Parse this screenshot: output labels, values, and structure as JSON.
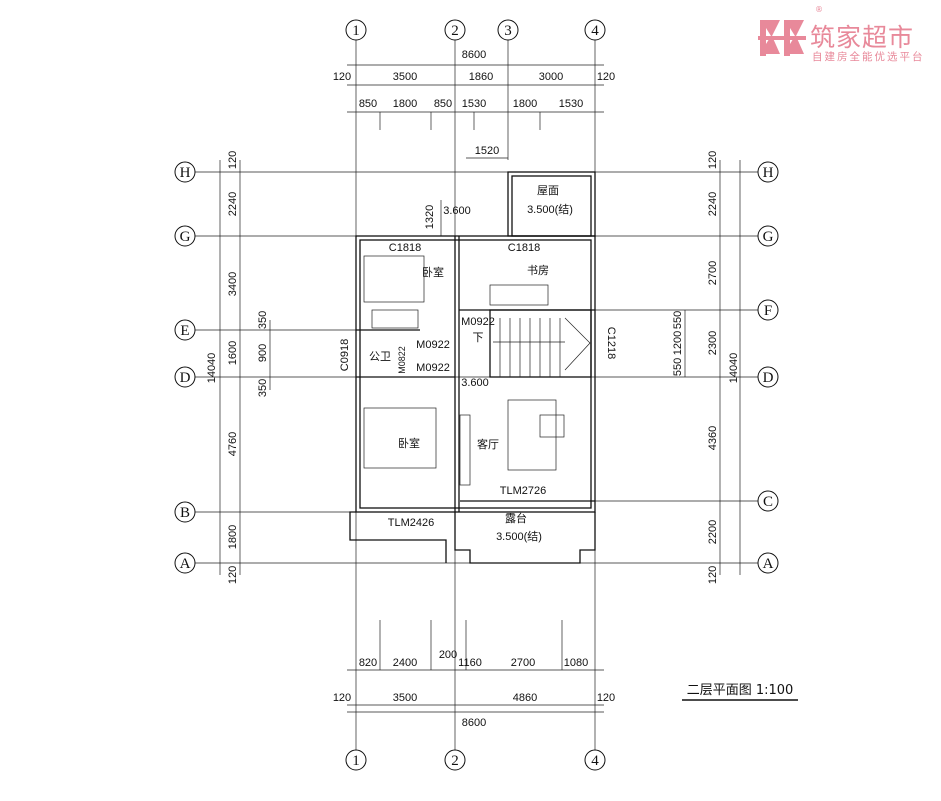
{
  "logo": {
    "name": "筑家超市",
    "tagline": "自建房全能优选平台",
    "reg": "®"
  },
  "title": "二层平面图 1:100",
  "axes": {
    "top": [
      "1",
      "2",
      "3",
      "4"
    ],
    "bottom": [
      "1",
      "2",
      "4"
    ],
    "left": [
      "H",
      "G",
      "E",
      "D",
      "B",
      "A"
    ],
    "right": [
      "H",
      "G",
      "F",
      "D",
      "C",
      "A"
    ]
  },
  "dims": {
    "top_total": "8600",
    "top_row1": [
      "120",
      "3500",
      "1860",
      "3000",
      "120"
    ],
    "top_row2": [
      "850",
      "1800",
      "850",
      "1530",
      "1800",
      "1530"
    ],
    "top_extra": [
      "1520",
      "1320"
    ],
    "left_row": [
      "120",
      "2240",
      "3400",
      "1600",
      "4760",
      "1800",
      "120"
    ],
    "left_inner": [
      "350",
      "900",
      "350"
    ],
    "left_total": "14040",
    "right_row": [
      "120",
      "2240",
      "2700",
      "2300",
      "4360",
      "2200",
      "120"
    ],
    "right_inner": [
      "550",
      "1200",
      "550"
    ],
    "right_total": "14040",
    "bottom_row1": [
      "820",
      "2400",
      "200",
      "1160",
      "2700",
      "1080"
    ],
    "bottom_row2": [
      "120",
      "3500",
      "4860",
      "120"
    ],
    "bottom_total": "8600"
  },
  "rooms": {
    "bedroom1": "卧室",
    "study": "书房",
    "bath": "公卫",
    "bedroom2": "卧室",
    "living": "客厅",
    "roof": "屋面",
    "terrace": "露台",
    "down": "下"
  },
  "openings": {
    "c1818a": "C1818",
    "c1818b": "C1818",
    "m0922a": "M0922",
    "m0922b": "M0922",
    "m0922c": "M0922",
    "m0822": "M0822",
    "c0918": "C0918",
    "c1218": "C1218",
    "tlm2726": "TLM2726",
    "tlm2426": "TLM2426"
  },
  "levels": {
    "l1": "3.600",
    "l2": "3.600",
    "roof": "3.500(结)",
    "terrace": "3.500(结)"
  }
}
